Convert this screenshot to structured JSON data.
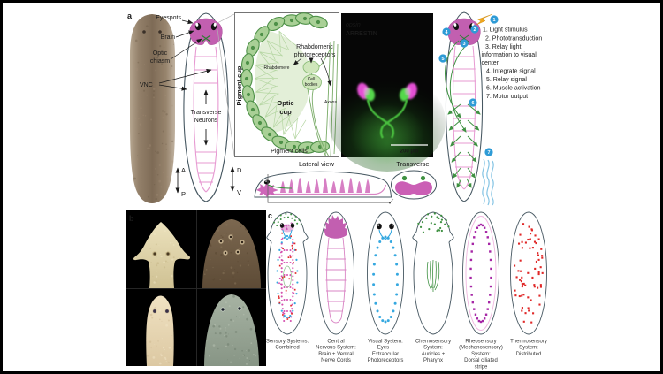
{
  "figure": {
    "panel_a_label": "a",
    "panel_b_label": "b",
    "panel_c_label": "c"
  },
  "panel_a": {
    "labels": {
      "eyespots": "Eyespots",
      "brain": "Brain",
      "optic_chiasm_1": "Optic",
      "optic_chiasm_2": "chiasm",
      "vnc": "VNC",
      "transverse_neurons_1": "Transverse",
      "transverse_neurons_2": "Neurons",
      "anterior": "A",
      "posterior": "P",
      "dorsal": "D",
      "ventral": "V"
    },
    "inset": {
      "pigment_cup_side": "Pigment cup",
      "rhabdomeric_1": "Rhabdomeric",
      "rhabdomeric_2": "photoreceptors",
      "rhabdomere": "Rhabdomere",
      "cell_bodies_1": "Cell",
      "cell_bodies_2": "bodies",
      "axons": "Axons",
      "optic_cup_1": "Optic",
      "optic_cup_2": "cup",
      "pigment_cells": "Pigment cells"
    },
    "micrograph": {
      "opsin_label": "opsin",
      "arrestin_label": "ARRESTIN",
      "scale_bar": "200 μm"
    },
    "views": {
      "lateral": "Lateral view",
      "transverse": "Transverse"
    },
    "steps_lines": [
      "1. Light stimulus",
      "2. Phototransduction",
      "3. Relay light",
      "information to visual",
      "center",
      "4. Integrate signal",
      "5. Relay signal",
      "6. Muscle activation",
      "7. Motor output"
    ],
    "step_badges": [
      "1",
      "2",
      "3",
      "4",
      "5",
      "6",
      "7"
    ]
  },
  "panel_c": {
    "systems": [
      {
        "name": "combined",
        "caption": [
          "Sensory Systems:",
          "Combined"
        ]
      },
      {
        "name": "central-nervous",
        "caption": [
          "Central",
          "Nervous System:",
          "Brain + Ventral",
          "Nerve Cords"
        ]
      },
      {
        "name": "visual",
        "caption": [
          "Visual System:",
          "Eyes +",
          "Extraocular",
          "Photoreceptors"
        ]
      },
      {
        "name": "chemosensory",
        "caption": [
          "Chemosensory",
          "System:",
          "Auricles +",
          "Pharynx"
        ]
      },
      {
        "name": "rheosensory",
        "caption": [
          "Rheosensory",
          "(Mechanosensory)",
          "System:",
          "Dorsal ciliated",
          "stripe"
        ]
      },
      {
        "name": "thermosensory",
        "caption": [
          "Thermosensory",
          "System:",
          "Distributed"
        ]
      }
    ]
  },
  "colors": {
    "brain_magenta": "#c25fb0",
    "vnc_pink": "#e79ad2",
    "green": "#3f9142",
    "badge_blue": "#2e9bd6",
    "blue_dots": "#35a8e0",
    "red_dots": "#e02828",
    "purple_dots": "#a626a6",
    "pink_dots": "#d44fae",
    "opsin_magenta": "#e678de",
    "arrestin_green": "#9ed141",
    "lightning_yellow": "#f2a71b"
  }
}
